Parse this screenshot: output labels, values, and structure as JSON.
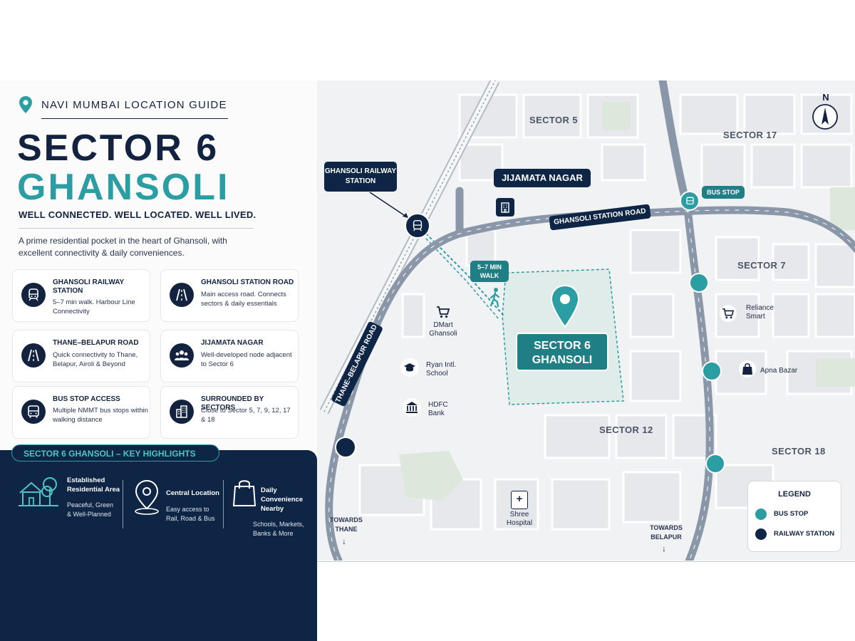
{
  "header": {
    "brand": "NAVI MUMBAI LOCATION GUIDE",
    "title_line1": "SECTOR 6",
    "title_line2": "GHANSOLI",
    "tagline": "WELL CONNECTED. WELL LOCATED. WELL LIVED.",
    "intro": "A prime residential pocket in the heart of Ghansoli, with excellent connectivity & daily conveniences."
  },
  "cards": [
    {
      "icon": "train-icon",
      "title": "GHANSOLI RAILWAY STATION",
      "desc": "5–7 min walk. Harbour Line Connectivity"
    },
    {
      "icon": "road-icon",
      "title": "GHANSOLI STATION ROAD",
      "desc": "Main access road. Connects sectors & daily essentials"
    },
    {
      "icon": "highway-icon",
      "title": "THANE–BELAPUR ROAD",
      "desc": "Quick connectivity to Thane, Belapur, Airoli & Beyond"
    },
    {
      "icon": "people-icon",
      "title": "JIJAMATA NAGAR",
      "desc": "Well-developed node adjacent to Sector 6"
    },
    {
      "icon": "bus-icon",
      "title": "BUS STOP ACCESS",
      "desc": "Multiple NMMT bus stops within walking distance"
    },
    {
      "icon": "buildings-icon",
      "title": "SURROUNDED BY SECTORS",
      "desc": "Close to Sector 5, 7, 9, 12, 17 & 18"
    }
  ],
  "highlights": {
    "heading": "SECTOR 6 GHANSOLI – KEY HIGHLIGHTS",
    "items": [
      {
        "icon": "house-tree-icon",
        "title": "Established Residential Area",
        "desc": "Peaceful, Green & Well-Planned"
      },
      {
        "icon": "location-pin-icon",
        "title": "Central Location",
        "desc": "Easy access to Rail, Road & Bus"
      },
      {
        "icon": "shopping-bag-icon",
        "title": "Daily Convenience Nearby",
        "desc": "Schools, Markets, Banks & More"
      }
    ]
  },
  "map": {
    "compass": "N",
    "sectors": [
      "SECTOR 5",
      "SECTOR 17",
      "SECTOR 7",
      "SECTOR 12",
      "SECTOR 18"
    ],
    "railway_station_tag": "GHANSOLI RAILWAY STATION",
    "jijamata_tag": "JIJAMATA NAGAR",
    "station_road": "GHANSOLI STATION ROAD",
    "thane_belapur_road": "THANE–BELAPUR ROAD",
    "bus_stop_tag": "BUS STOP",
    "walk_tag": "5–7 MIN WALK",
    "sector6_tag": "SECTOR 6 GHANSOLI",
    "pois": [
      {
        "icon": "cart-icon",
        "name": "DMart Ghansoli"
      },
      {
        "icon": "graduation-cap-icon",
        "name": "Ryan Intl. School"
      },
      {
        "icon": "bank-icon",
        "name": "HDFC Bank"
      },
      {
        "icon": "cart-icon",
        "name": "Reliance Smart"
      },
      {
        "icon": "shopping-bag-icon",
        "name": "Apna Bazar"
      },
      {
        "icon": "hospital-icon",
        "name": "Shree Hospital"
      }
    ],
    "towards_thane": "TOWARDS THANE",
    "towards_belapur": "TOWARDS BELAPUR",
    "legend": {
      "title": "LEGEND",
      "items": [
        "BUS STOP",
        "RAILWAY STATION"
      ]
    },
    "colors": {
      "navy": "#0e2545",
      "teal": "#2a9ea3",
      "road": "#8a97a8",
      "block": "#eceef1"
    }
  }
}
